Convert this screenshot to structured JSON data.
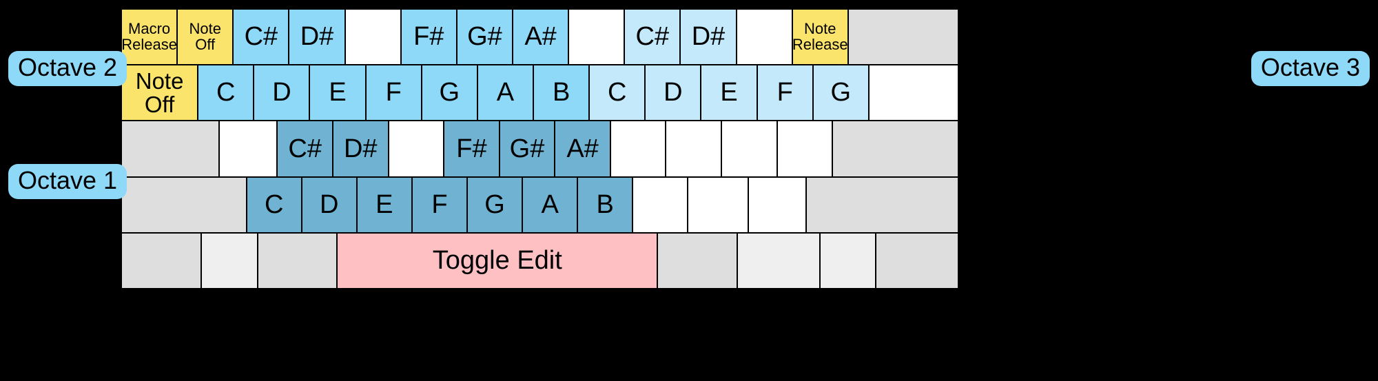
{
  "labels": {
    "octave2": "Octave 2",
    "octave1": "Octave 1",
    "octave3": "Octave 3"
  },
  "colors": {
    "background": "#000000",
    "yellow": "#fbe46b",
    "blue_octave2": "#8ed8f8",
    "lightblue_octave3": "#c3e9fb",
    "steel_octave1": "#6fb2d2",
    "pink_toggle": "#ffc0c4",
    "gray": "#dedede",
    "gray_light": "#efefef",
    "blank_white": "#ffffff",
    "border": "#000000"
  },
  "rows": [
    {
      "name": "octave2-black-keys",
      "cells": [
        {
          "label": "Macro\nRelease",
          "style": "c-yellow",
          "size": "sm",
          "span": 1,
          "interactable": true
        },
        {
          "label": "Note\nOff",
          "style": "c-yellow",
          "size": "sm",
          "span": 1,
          "interactable": true
        },
        {
          "label": "C#",
          "style": "c-blue",
          "size": "big",
          "span": 1,
          "interactable": true
        },
        {
          "label": "D#",
          "style": "c-blue",
          "size": "big",
          "span": 1,
          "interactable": true
        },
        {
          "label": "",
          "style": "c-blank",
          "size": "",
          "span": 1,
          "interactable": true
        },
        {
          "label": "F#",
          "style": "c-blue",
          "size": "big",
          "span": 1,
          "interactable": true
        },
        {
          "label": "G#",
          "style": "c-blue",
          "size": "big",
          "span": 1,
          "interactable": true
        },
        {
          "label": "A#",
          "style": "c-blue",
          "size": "big",
          "span": 1,
          "interactable": true
        },
        {
          "label": "",
          "style": "c-blank",
          "size": "",
          "span": 1,
          "interactable": true
        },
        {
          "label": "C#",
          "style": "c-bluelt",
          "size": "big",
          "span": 1,
          "interactable": true
        },
        {
          "label": "D#",
          "style": "c-bluelt",
          "size": "big",
          "span": 1,
          "interactable": true
        },
        {
          "label": "",
          "style": "c-blank",
          "size": "",
          "span": 1,
          "interactable": true
        },
        {
          "label": "Note\nRelease",
          "style": "c-yellow",
          "size": "sm",
          "span": 1,
          "interactable": true
        },
        {
          "label": "",
          "style": "c-gray",
          "size": "",
          "span": 2,
          "interactable": true
        }
      ]
    },
    {
      "name": "octave2-white-keys",
      "cells": [
        {
          "label": "Note\nOff",
          "style": "c-yellow",
          "size": "",
          "span": 1.38,
          "interactable": true
        },
        {
          "label": "C",
          "style": "c-blue",
          "size": "big",
          "span": 1,
          "interactable": true
        },
        {
          "label": "D",
          "style": "c-blue",
          "size": "big",
          "span": 1,
          "interactable": true
        },
        {
          "label": "E",
          "style": "c-blue",
          "size": "big",
          "span": 1,
          "interactable": true
        },
        {
          "label": "F",
          "style": "c-blue",
          "size": "big",
          "span": 1,
          "interactable": true
        },
        {
          "label": "G",
          "style": "c-blue",
          "size": "big",
          "span": 1,
          "interactable": true
        },
        {
          "label": "A",
          "style": "c-blue",
          "size": "big",
          "span": 1,
          "interactable": true
        },
        {
          "label": "B",
          "style": "c-blue",
          "size": "big",
          "span": 1,
          "interactable": true
        },
        {
          "label": "C",
          "style": "c-bluelt",
          "size": "big",
          "span": 1,
          "interactable": true
        },
        {
          "label": "D",
          "style": "c-bluelt",
          "size": "big",
          "span": 1,
          "interactable": true
        },
        {
          "label": "E",
          "style": "c-bluelt",
          "size": "big",
          "span": 1,
          "interactable": true
        },
        {
          "label": "F",
          "style": "c-bluelt",
          "size": "big",
          "span": 1,
          "interactable": true
        },
        {
          "label": "G",
          "style": "c-bluelt",
          "size": "big",
          "span": 1,
          "interactable": true
        },
        {
          "label": "",
          "style": "c-blank",
          "size": "",
          "span": 1.62,
          "interactable": true
        }
      ]
    },
    {
      "name": "octave1-black-keys",
      "cells": [
        {
          "label": "",
          "style": "c-gray",
          "size": "",
          "span": 1.78,
          "interactable": true
        },
        {
          "label": "",
          "style": "c-blank",
          "size": "",
          "span": 1.05,
          "interactable": true
        },
        {
          "label": "C#",
          "style": "c-steel",
          "size": "big",
          "span": 1,
          "interactable": true
        },
        {
          "label": "D#",
          "style": "c-steel",
          "size": "big",
          "span": 1,
          "interactable": true
        },
        {
          "label": "",
          "style": "c-blank",
          "size": "",
          "span": 1,
          "interactable": true
        },
        {
          "label": "F#",
          "style": "c-steel",
          "size": "big",
          "span": 1,
          "interactable": true
        },
        {
          "label": "G#",
          "style": "c-steel",
          "size": "big",
          "span": 1,
          "interactable": true
        },
        {
          "label": "A#",
          "style": "c-steel",
          "size": "big",
          "span": 1,
          "interactable": true
        },
        {
          "label": "",
          "style": "c-blank",
          "size": "",
          "span": 1,
          "interactable": true
        },
        {
          "label": "",
          "style": "c-blank",
          "size": "",
          "span": 1,
          "interactable": true
        },
        {
          "label": "",
          "style": "c-blank",
          "size": "",
          "span": 1,
          "interactable": true
        },
        {
          "label": "",
          "style": "c-blank",
          "size": "",
          "span": 1,
          "interactable": true
        },
        {
          "label": "",
          "style": "c-gray",
          "size": "",
          "span": 2.3,
          "interactable": true
        }
      ]
    },
    {
      "name": "octave1-white-keys",
      "cells": [
        {
          "label": "",
          "style": "c-gray",
          "size": "",
          "span": 2.3,
          "interactable": true
        },
        {
          "label": "C",
          "style": "c-steel",
          "size": "big",
          "span": 1,
          "interactable": true
        },
        {
          "label": "D",
          "style": "c-steel",
          "size": "big",
          "span": 1,
          "interactable": true
        },
        {
          "label": "E",
          "style": "c-steel",
          "size": "big",
          "span": 1,
          "interactable": true
        },
        {
          "label": "F",
          "style": "c-steel",
          "size": "big",
          "span": 1,
          "interactable": true
        },
        {
          "label": "G",
          "style": "c-steel",
          "size": "big",
          "span": 1,
          "interactable": true
        },
        {
          "label": "A",
          "style": "c-steel",
          "size": "big",
          "span": 1,
          "interactable": true
        },
        {
          "label": "B",
          "style": "c-steel",
          "size": "big",
          "span": 1,
          "interactable": true
        },
        {
          "label": "",
          "style": "c-blank",
          "size": "",
          "span": 1,
          "interactable": true
        },
        {
          "label": "",
          "style": "c-blank",
          "size": "",
          "span": 1.1,
          "interactable": true
        },
        {
          "label": "",
          "style": "c-blank",
          "size": "",
          "span": 1.05,
          "interactable": true
        },
        {
          "label": "",
          "style": "c-gray",
          "size": "",
          "span": 2.8,
          "interactable": true
        }
      ]
    },
    {
      "name": "bottom-row",
      "cells": [
        {
          "label": "",
          "style": "c-gray",
          "size": "",
          "span": 1.5,
          "interactable": true
        },
        {
          "label": "",
          "style": "c-gray2",
          "size": "",
          "span": 1.05,
          "interactable": true
        },
        {
          "label": "",
          "style": "c-gray",
          "size": "",
          "span": 1.5,
          "interactable": true
        },
        {
          "label": "Toggle Edit",
          "style": "c-pink",
          "size": "big",
          "span": 6.1,
          "interactable": true
        },
        {
          "label": "",
          "style": "c-gray",
          "size": "",
          "span": 1.5,
          "interactable": true
        },
        {
          "label": "",
          "style": "c-gray2",
          "size": "",
          "span": 1.55,
          "interactable": true
        },
        {
          "label": "",
          "style": "c-gray2",
          "size": "",
          "span": 1.05,
          "interactable": true
        },
        {
          "label": "",
          "style": "c-gray",
          "size": "",
          "span": 1.55,
          "interactable": true
        }
      ]
    }
  ]
}
